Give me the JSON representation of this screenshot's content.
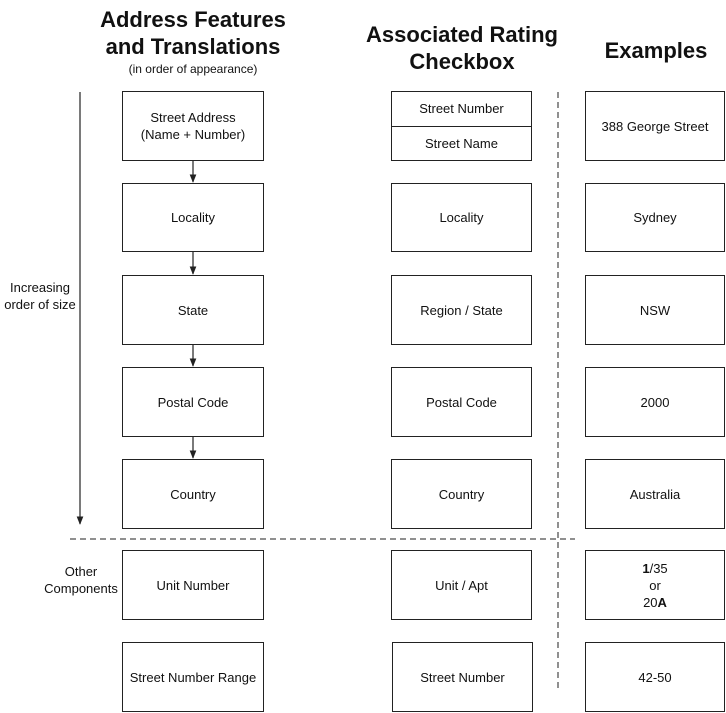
{
  "headers": {
    "features_line1": "Address Features",
    "features_line2": "and Translations",
    "features_sub": "(in order of appearance)",
    "rating_line1": "Associated Rating",
    "rating_line2": "Checkbox",
    "examples": "Examples"
  },
  "side_labels": {
    "size_line1": "Increasing",
    "size_line2": "order of size",
    "other_line1": "Other",
    "other_line2": "Components"
  },
  "features": {
    "street_address_line1": "Street Address",
    "street_address_line2": "(Name + Number)",
    "locality": "Locality",
    "state": "State",
    "postal_code": "Postal Code",
    "country": "Country",
    "unit_number": "Unit Number",
    "street_number_range": "Street Number Range"
  },
  "rating": {
    "street_number": "Street Number",
    "street_name": "Street Name",
    "locality": "Locality",
    "region_state": "Region / State",
    "postal_code": "Postal Code",
    "country": "Country",
    "unit_apt": "Unit / Apt",
    "street_number_2": "Street Number"
  },
  "examples": {
    "street": "388 George Street",
    "locality": "Sydney",
    "state": "NSW",
    "postal_code": "2000",
    "country": "Australia",
    "unit_a_bold": "1",
    "unit_a_rest": "/35",
    "unit_or": "or",
    "unit_b_num": "20",
    "unit_b_bold": "A",
    "range": "42-50"
  }
}
